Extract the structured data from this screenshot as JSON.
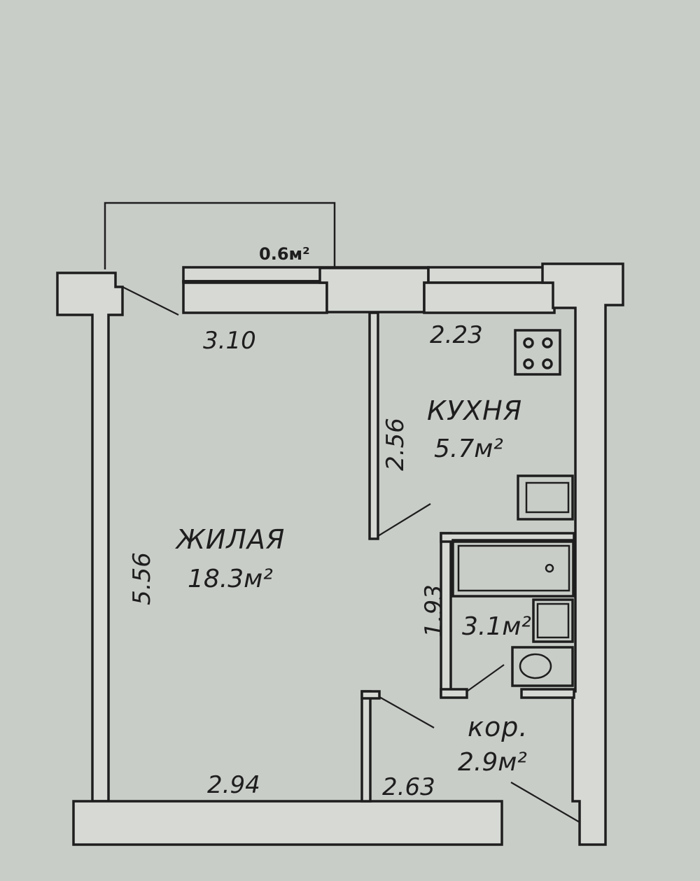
{
  "rooms": {
    "living": {
      "name": "ЖИЛАЯ",
      "area": "18.3м²"
    },
    "kitchen": {
      "name": "КУХНЯ",
      "area": "5.7м²"
    },
    "bathroom": {
      "area": "3.1м²"
    },
    "corridor": {
      "name": "кор.",
      "area": "2.9м²"
    },
    "balcony": {
      "area": "0.6м²"
    }
  },
  "dimensions": {
    "living_top": "3.10",
    "kitchen_top": "2.23",
    "kitchen_side": "2.56",
    "living_side": "5.56",
    "bath_side": "1.93",
    "living_bottom": "2.94",
    "corridor_bottom": "2.63"
  },
  "colors": {
    "paper": "#c9cdc8",
    "ink": "#1e1e1e",
    "wall_fill": "#d6d9d4"
  }
}
